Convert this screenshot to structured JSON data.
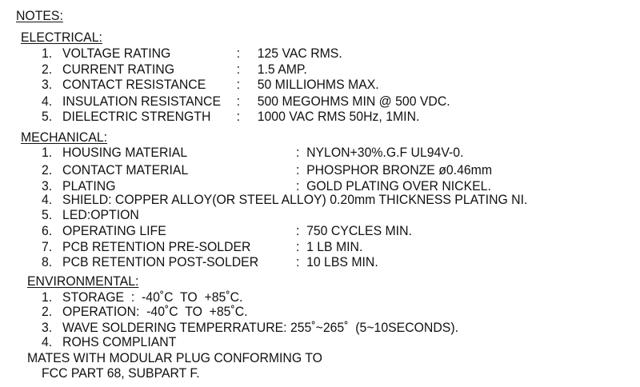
{
  "title": "NOTES:",
  "electrical": {
    "heading": "ELECTRICAL:",
    "items": [
      {
        "num": "1.",
        "label": "VOLTAGE RATING",
        "value": "125 VAC RMS."
      },
      {
        "num": "2.",
        "label": "CURRENT RATING",
        "value": "1.5 AMP."
      },
      {
        "num": "3.",
        "label": "CONTACT RESISTANCE",
        "value": "50 MILLIOHMS MAX."
      },
      {
        "num": "4.",
        "label": "INSULATION RESISTANCE",
        "value": "500 MEGOHMS MIN @ 500 VDC."
      },
      {
        "num": "5.",
        "label": "DIELECTRIC STRENGTH",
        "value": "1000 VAC RMS 50Hz, 1MIN."
      }
    ]
  },
  "mechanical": {
    "heading": "MECHANICAL:",
    "items": [
      {
        "num": "1.",
        "label": "HOUSING MATERIAL",
        "value": "NYLON+30%.G.F UL94V-0."
      },
      {
        "num": "2.",
        "label": "CONTACT MATERIAL",
        "value": "PHOSPHOR BRONZE ø0.46mm"
      },
      {
        "num": "3.",
        "label": "PLATING",
        "value": "GOLD PLATING OVER NICKEL."
      },
      {
        "num": "4.",
        "text": "SHIELD: COPPER ALLOY(OR STEEL ALLOY) 0.20mm THICKNESS PLATING NI."
      },
      {
        "num": "5.",
        "text": "LED:OPTION"
      },
      {
        "num": "6.",
        "label": "OPERATING LIFE",
        "value": "750 CYCLES MIN."
      },
      {
        "num": "7.",
        "label": "PCB RETENTION PRE-SOLDER",
        "value": "1 LB MIN."
      },
      {
        "num": "8.",
        "label": "PCB RETENTION POST-SOLDER",
        "value": "10 LBS MIN."
      }
    ]
  },
  "environmental": {
    "heading": "ENVIRONMENTAL:",
    "items": [
      {
        "num": "1.",
        "text": "STORAGE  :  -40˚C  TO  +85˚C."
      },
      {
        "num": "2.",
        "text": "OPERATION:  -40˚C  TO  +85˚C."
      },
      {
        "num": "3.",
        "text": "WAVE SOLDERING TEMPERRATURE: 255˚~265˚  (5~10SECONDS)."
      },
      {
        "num": "4.",
        "text": "ROHS COMPLIANT"
      }
    ]
  },
  "footer": [
    "MATES WITH MODULAR PLUG CONFORMING TO",
    "FCC PART 68, SUBPART F."
  ],
  "colon": ":"
}
